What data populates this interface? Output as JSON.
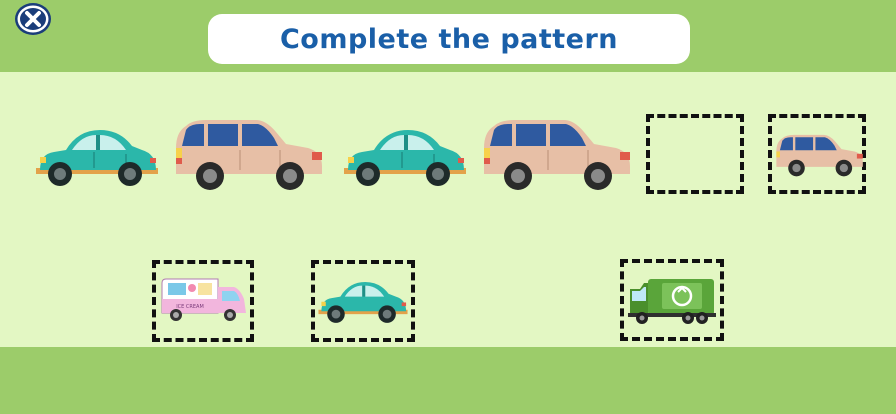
{
  "header": {
    "title": "Complete the pattern",
    "close_icon": "close-icon"
  },
  "pattern": {
    "sequence": [
      "teal-car",
      "beige-suv",
      "teal-car",
      "beige-suv",
      "empty-slot",
      "beige-suv"
    ]
  },
  "options": [
    {
      "vehicle": "ice-cream-truck",
      "sign_text": "ICE CREAM"
    },
    {
      "vehicle": "teal-car"
    },
    {
      "vehicle": "garbage-truck"
    }
  ],
  "colors": {
    "header_band": "#9ccc6a",
    "play_area": "#e3f7c3",
    "title_text": "#1a5fa8",
    "teal_car": "#2bb7aa",
    "beige_suv": "#e7bfa6",
    "garbage_truck": "#5aa53a",
    "ice_cream_truck": "#f2b6dd"
  }
}
